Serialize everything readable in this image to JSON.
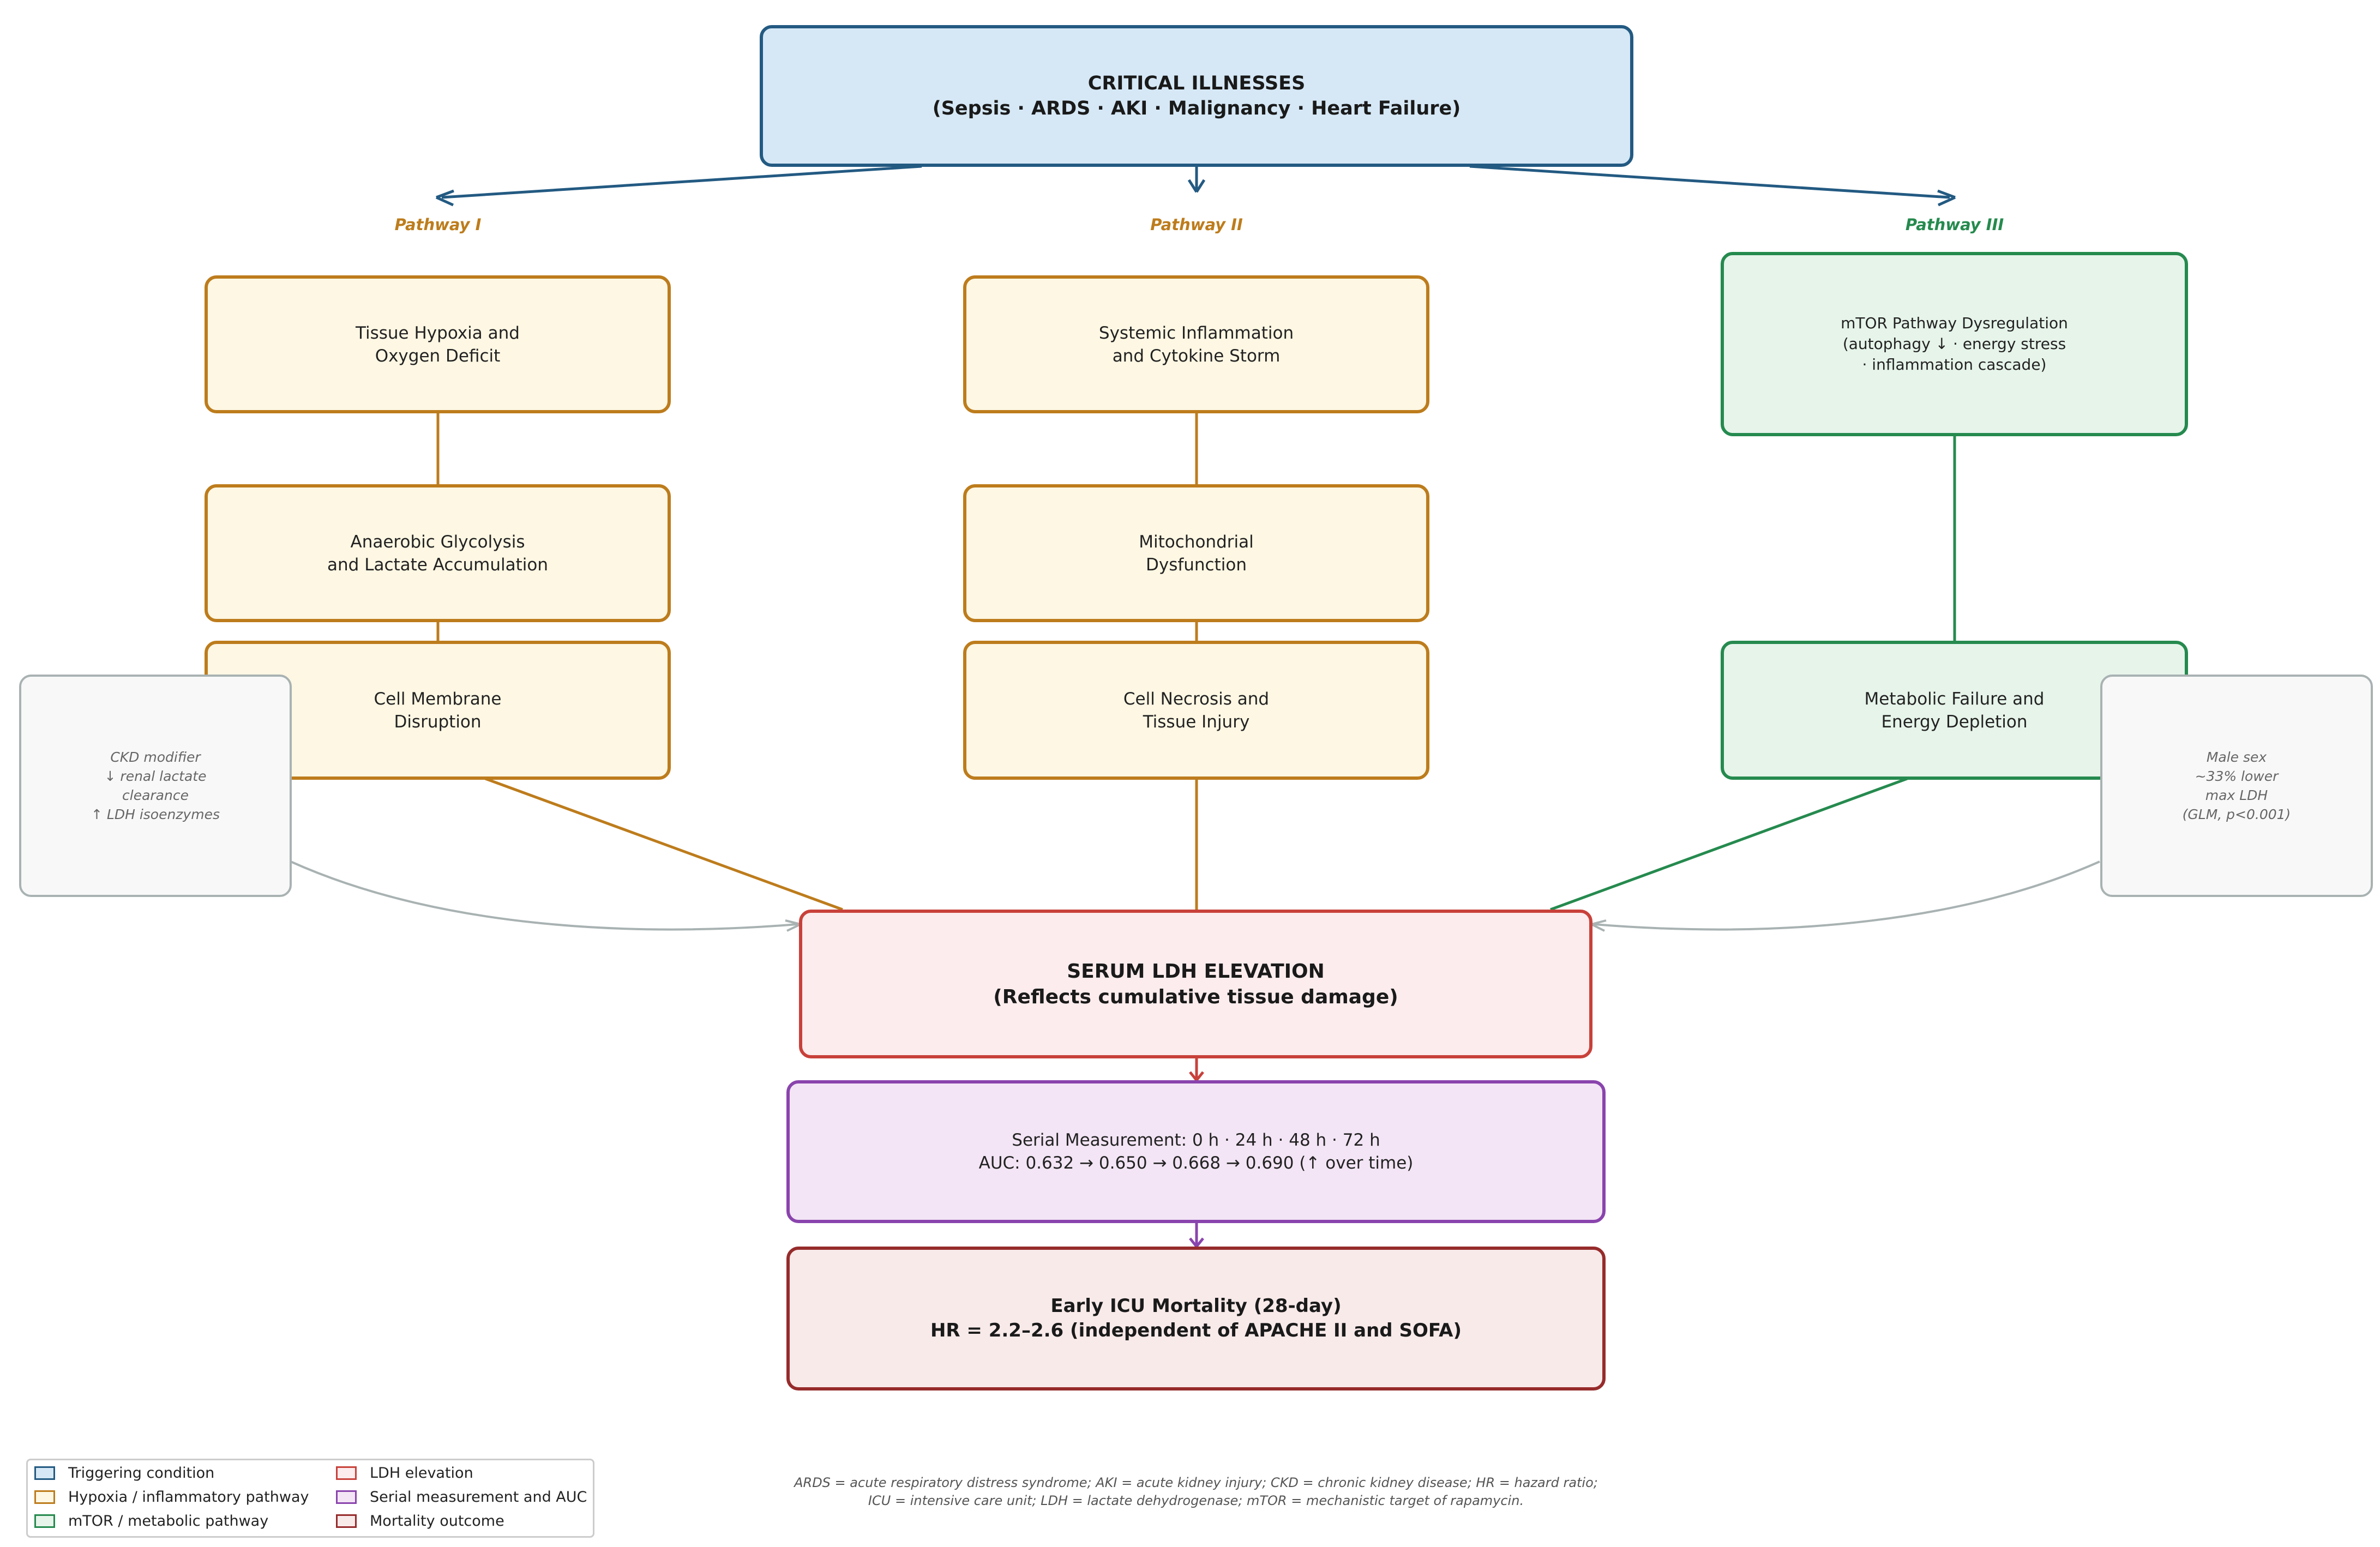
{
  "top": {
    "title": "CRITICAL ILLNESSES",
    "subtitle": "(Sepsis  ·  ARDS  ·  AKI  ·  Malignancy  ·  Heart Failure)"
  },
  "pathways": [
    {
      "label": "Pathway  I",
      "color": "#bd7c1c",
      "steps": [
        [
          "Tissue Hypoxia and",
          "Oxygen Deficit"
        ],
        [
          "Anaerobic Glycolysis",
          "and Lactate Accumulation"
        ],
        [
          "Cell Membrane",
          "Disruption"
        ]
      ]
    },
    {
      "label": "Pathway  II",
      "color": "#bd7c1c",
      "steps": [
        [
          "Systemic Inflammation",
          "and Cytokine Storm"
        ],
        [
          "Mitochondrial",
          "Dysfunction"
        ],
        [
          "Cell Necrosis and",
          "Tissue Injury"
        ]
      ]
    },
    {
      "label": "Pathway  III",
      "color": "#258a4e",
      "steps": [
        [
          "mTOR Pathway Dysregulation",
          "(autophagy ↓  ·  energy stress",
          "·  inflammation cascade)"
        ],
        [
          "Metabolic Failure and",
          "Energy Depletion"
        ]
      ]
    }
  ],
  "modifiers": {
    "left": [
      "CKD modifier",
      "↓ renal lactate",
      "clearance",
      "↑ LDH isoenzymes"
    ],
    "right": [
      "Male sex",
      "~33% lower",
      "max LDH",
      "(GLM, p<0.001)"
    ]
  },
  "ldh": {
    "title": "SERUM LDH ELEVATION",
    "subtitle": "(Reflects cumulative tissue damage)"
  },
  "serial": {
    "line1": "Serial Measurement:  0 h  ·  24 h  ·  48 h  ·  72 h",
    "line2": "AUC:  0.632  →  0.650  →  0.668  →  0.690  (↑ over time)"
  },
  "mortality": {
    "title": "Early ICU Mortality (28-day)",
    "subtitle": "HR = 2.2–2.6  (independent of APACHE II and SOFA)"
  },
  "legend": [
    {
      "label": "Triggering condition",
      "fill": "#d6e8f6",
      "border": "#235a82"
    },
    {
      "label": "Hypoxia / inflammatory pathway",
      "fill": "#fdf7e3",
      "border": "#bd7c1c"
    },
    {
      "label": "mTOR / metabolic pathway",
      "fill": "#e6f4ea",
      "border": "#258a4e"
    },
    {
      "label": "LDH elevation",
      "fill": "#fceced",
      "border": "#c8413a"
    },
    {
      "label": "Serial measurement and AUC",
      "fill": "#f3e5f5",
      "border": "#8a44ad"
    },
    {
      "label": "Mortality outcome",
      "fill": "#f9eaea",
      "border": "#962b2b"
    }
  ],
  "footnote": [
    "ARDS = acute respiratory distress syndrome;  AKI = acute kidney injury;  CKD = chronic kidney disease;  HR = hazard ratio;",
    "ICU = intensive care unit;  LDH = lactate dehydrogenase;  mTOR = mechanistic target of rapamycin."
  ]
}
